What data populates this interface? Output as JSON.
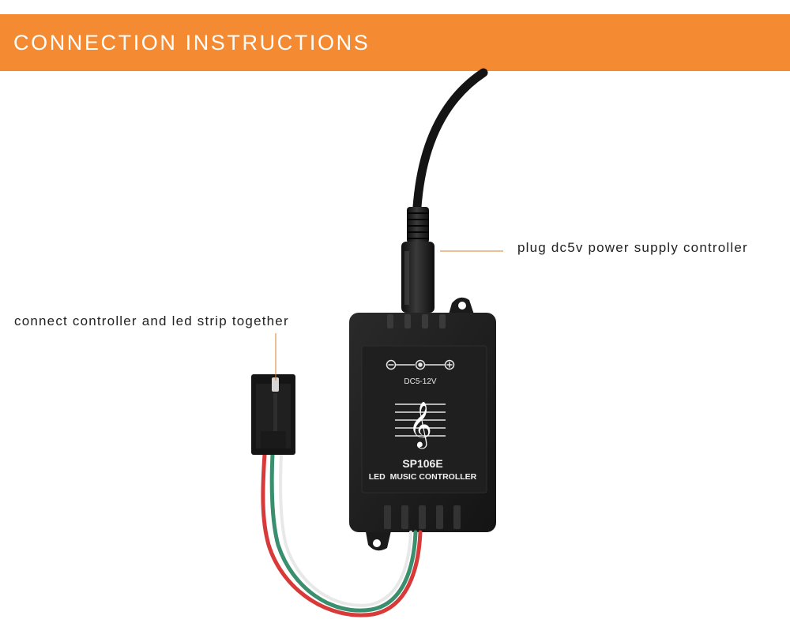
{
  "header": {
    "title": "CONNECTION INSTRUCTIONS"
  },
  "callouts": {
    "power": "plug dc5v power supply controller",
    "strip": "connect controller and led strip together"
  },
  "device": {
    "polarity_label": "DC5-12V",
    "model": "SP106E",
    "name": "LED  MUSIC CONTROLLER"
  },
  "colors": {
    "banner": "#f48a32",
    "leader_line": "#d9822b",
    "housing": "#1c1c1c",
    "wire_red": "#d83a3a",
    "wire_green": "#3a8f6e",
    "wire_white": "#e8e8e8"
  },
  "icons": [
    "treble-clef-icon",
    "polarity-symbol-icon"
  ]
}
